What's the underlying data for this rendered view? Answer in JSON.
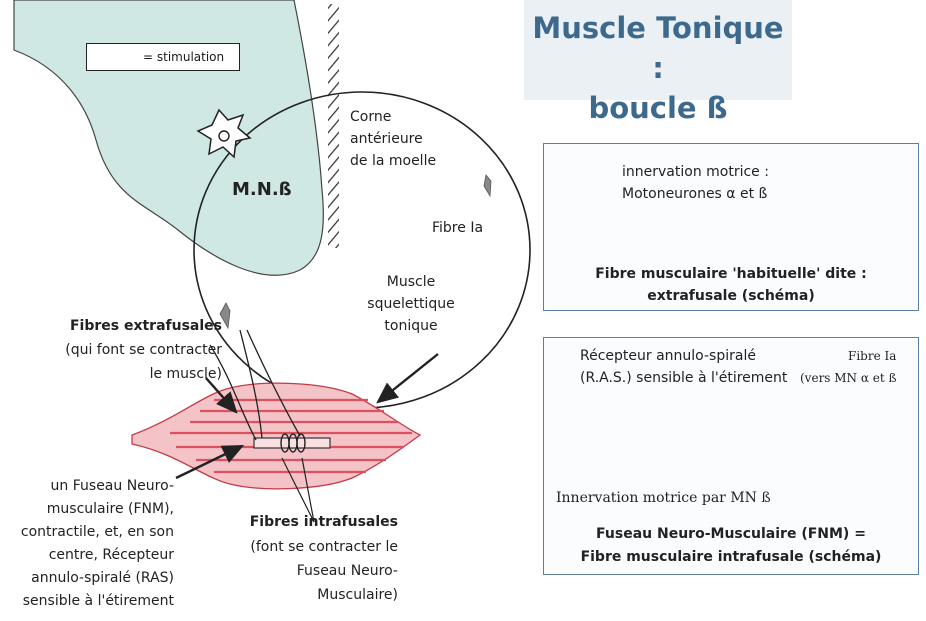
{
  "title": {
    "line1": "Muscle Tonique :",
    "line2": "boucle ß"
  },
  "legend": {
    "text": "= stimulation"
  },
  "labels": {
    "mnb": "M.N.ß",
    "corne_1": "Corne",
    "corne_2": "antérieure",
    "corne_3": "de la moelle",
    "fibre_ia": "Fibre Ia",
    "muscle_1": "Muscle",
    "muscle_2": "squelettique",
    "muscle_3": "tonique",
    "extra_1": "Fibres extrafusales",
    "extra_2": "(qui font se contracter",
    "extra_3": "le muscle)",
    "fnm_1": "un Fuseau Neuro-",
    "fnm_2": "musculaire (FNM),",
    "fnm_3": "contractile, et, en son",
    "fnm_4": "centre, Récepteur",
    "fnm_5": "annulo-spiralé (RAS)",
    "fnm_6": "sensible à l'étirement",
    "intra_1": "Fibres intrafusales",
    "intra_2": "(font se contracter le",
    "intra_3": "Fuseau Neuro-",
    "intra_4": "Musculaire)"
  },
  "box1": {
    "innervation_1": "innervation motrice :",
    "innervation_2": "Motoneurones α et ß",
    "caption_1": "Fibre musculaire 'habituelle' dite :",
    "caption_2": "extrafusale (schéma)"
  },
  "box2": {
    "ras_1": "Récepteur annulo-spiralé",
    "ras_2": "(R.A.S.) sensible à l'étirement",
    "fibre_ia_1": "Fibre Ia",
    "fibre_ia_2": "(vers MN α et ß",
    "innervation": "Innervation motrice par MN ß",
    "caption_1": "Fuseau Neuro-Musculaire (FNM) =",
    "caption_2": "Fibre musculaire  intrafusale (schéma)"
  },
  "colors": {
    "spinal_cord": "#cfe8e4",
    "muscle": "#e57b82",
    "muscle_light": "#f4c3c7",
    "title_text": "#3d6a8c",
    "box_border": "#5b7fa3"
  }
}
